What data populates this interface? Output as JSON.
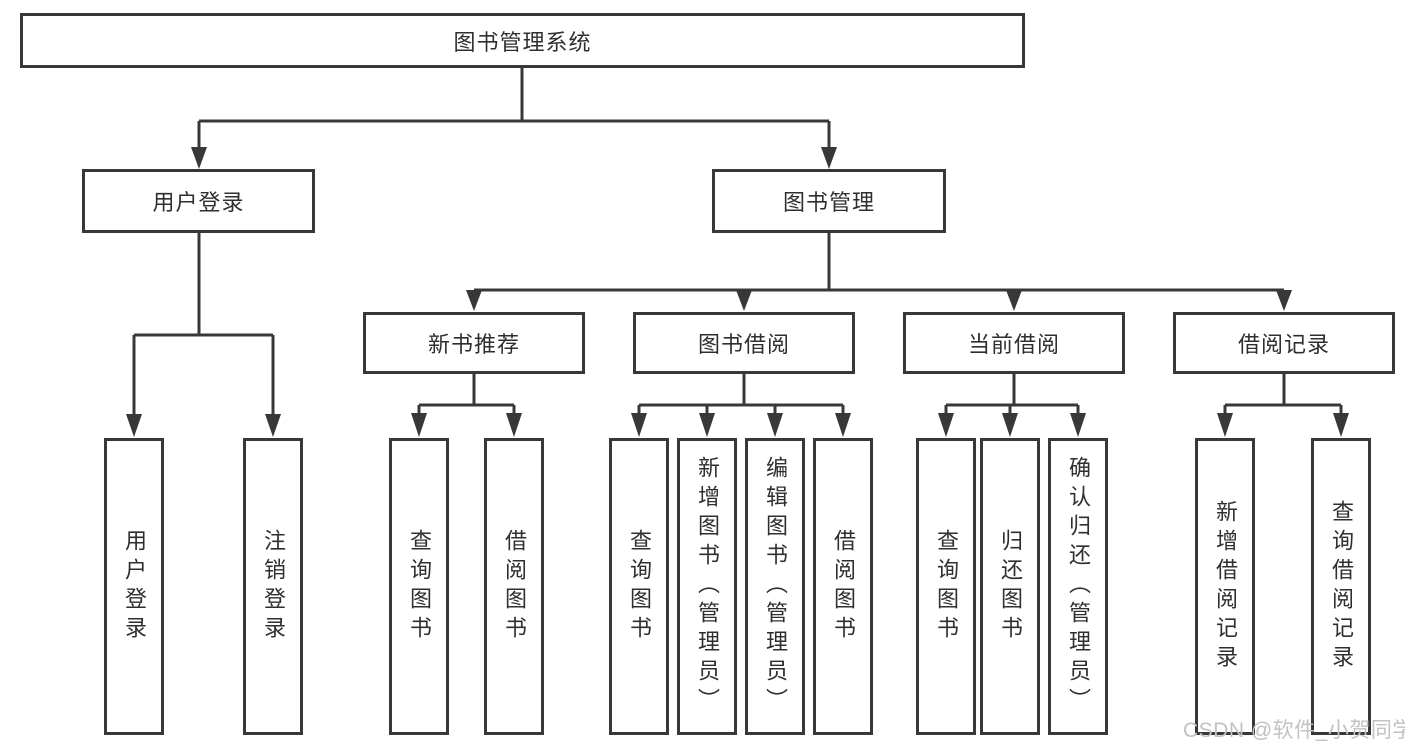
{
  "tree": {
    "label": "图书管理系统",
    "children": [
      {
        "label": "用户登录",
        "children": [
          {
            "label": "用户登录"
          },
          {
            "label": "注销登录"
          }
        ]
      },
      {
        "label": "图书管理",
        "children": [
          {
            "label": "新书推荐",
            "children": [
              {
                "label": "查询图书"
              },
              {
                "label": "借阅图书"
              }
            ]
          },
          {
            "label": "图书借阅",
            "children": [
              {
                "label": "查询图书"
              },
              {
                "label": "新增图书（管理员）"
              },
              {
                "label": "编辑图书（管理员）"
              },
              {
                "label": "借阅图书"
              }
            ]
          },
          {
            "label": "当前借阅",
            "children": [
              {
                "label": "查询图书"
              },
              {
                "label": "归还图书"
              },
              {
                "label": "确认归还（管理员）"
              }
            ]
          },
          {
            "label": "借阅记录",
            "children": [
              {
                "label": "新增借阅记录"
              },
              {
                "label": "查询借阅记录"
              }
            ]
          }
        ]
      }
    ]
  },
  "watermark": {
    "text": "CSDN @软件_小贺同学"
  },
  "colors": {
    "line": "#383838",
    "text": "#2f2f2f",
    "watermark": "#c2c2c2",
    "background": "#ffffff"
  }
}
